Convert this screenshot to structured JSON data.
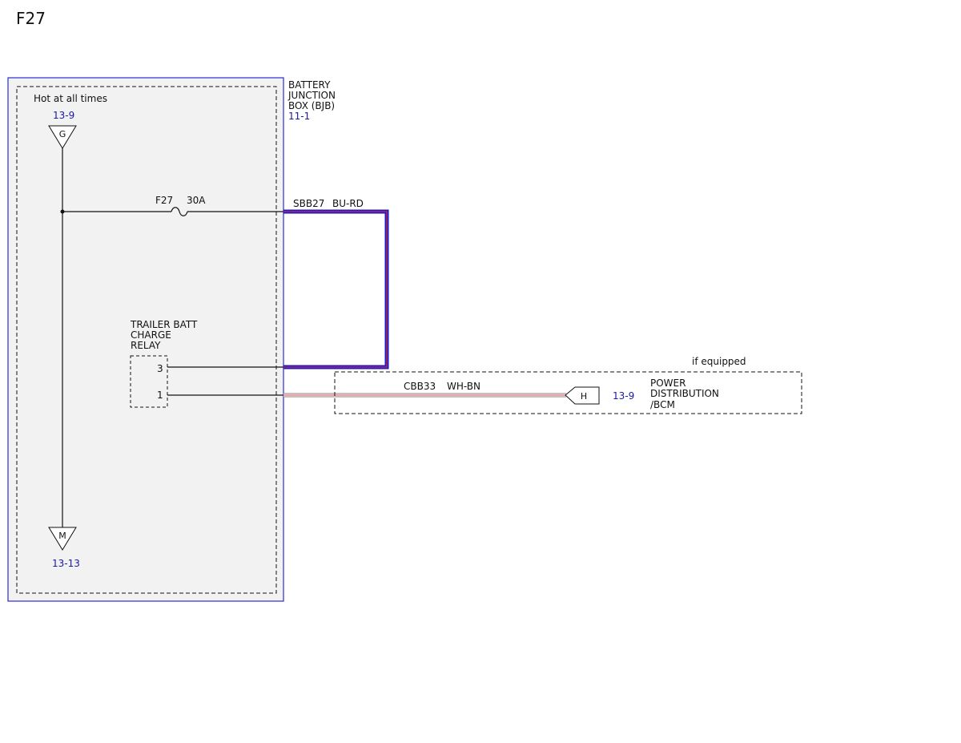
{
  "page": {
    "title": "F27"
  },
  "bjb": {
    "name_lines": [
      "BATTERY",
      "JUNCTION",
      "BOX (BJB)"
    ],
    "ref": "11-1",
    "hot_label": "Hot at all times",
    "top_connector": {
      "letter": "G",
      "ref": "13-9"
    },
    "bottom_connector": {
      "letter": "M",
      "ref": "13-13"
    },
    "fuse": {
      "name": "F27",
      "rating": "30A"
    },
    "relay": {
      "name_lines": [
        "TRAILER BATT",
        "CHARGE",
        "RELAY"
      ],
      "pin_top": "3",
      "pin_bottom": "1"
    }
  },
  "wires": {
    "w1": {
      "circuit": "SBB27",
      "color": "BU-RD"
    },
    "w2": {
      "circuit": "CBB33",
      "color": "WH-BN"
    }
  },
  "pdm": {
    "condition": "if equipped",
    "connector": "H",
    "ref": "13-9",
    "name_lines": [
      "POWER",
      "DISTRIBUTION",
      "/BCM"
    ]
  },
  "colors": {
    "frame": "#2a2ad6",
    "wire_blue": "#1a1ad0",
    "wire_red": "#d42a2a",
    "wire_white": "#ffffff",
    "wire_brown": "#8a5a3a",
    "ref_text": "#1a1aa6",
    "box_fill": "#f2f2f2"
  }
}
